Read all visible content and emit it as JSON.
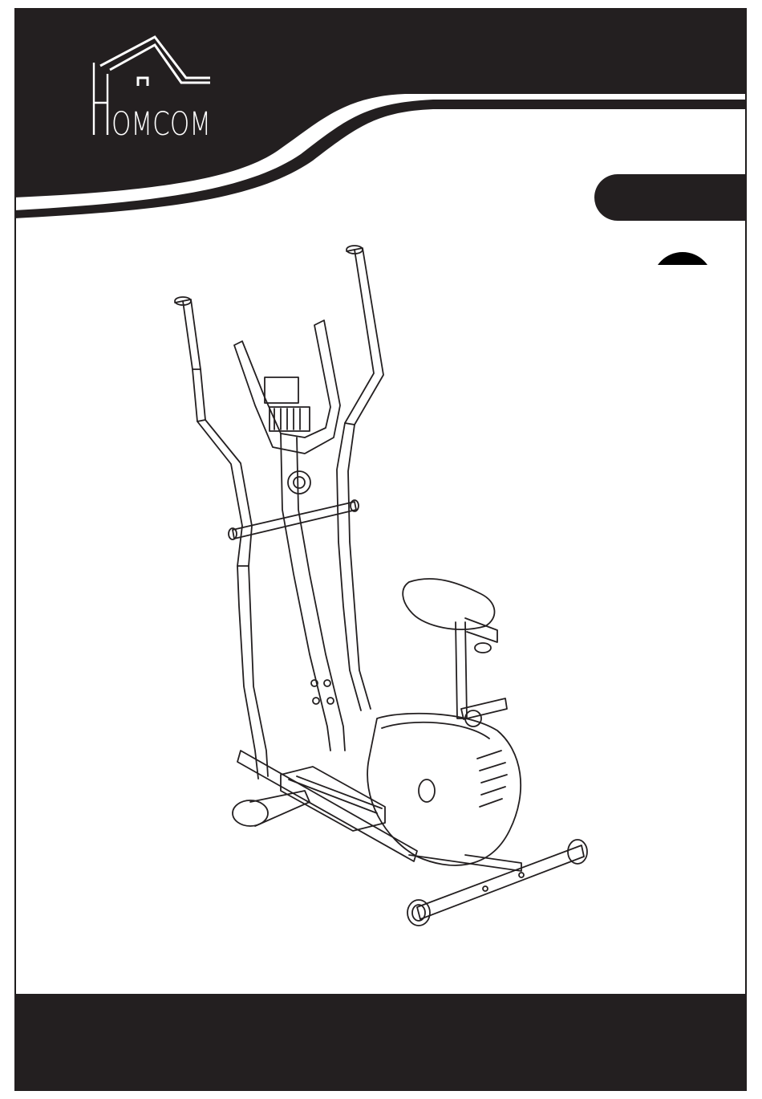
{
  "brand": {
    "name": "HOMCOM",
    "logo_text_lead": "H",
    "logo_text_rest": "OMCOM",
    "logo_icon": "house-roof-icon"
  },
  "header": {
    "tab_label": "",
    "badge_icon": "black-circle-icon"
  },
  "illustration": {
    "subject": "elliptical-cross-trainer-with-seat",
    "style": "line-drawing"
  },
  "footer": {
    "text": ""
  },
  "colors": {
    "dark": "#231f20",
    "background": "#ffffff"
  }
}
